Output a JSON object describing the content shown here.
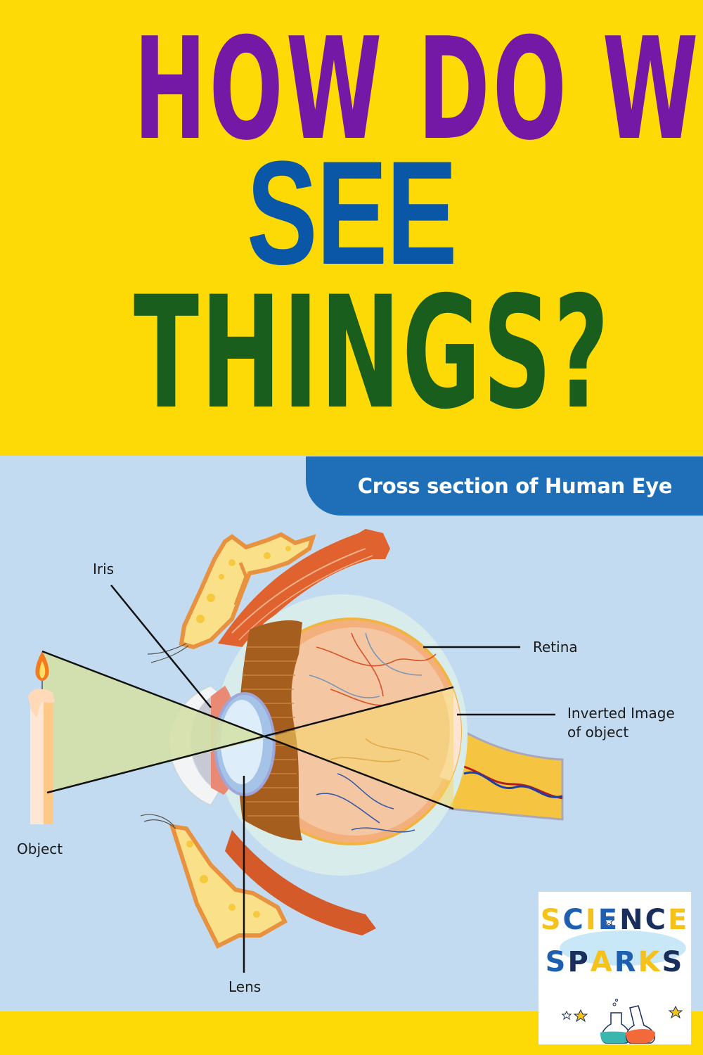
{
  "title": {
    "line1": "HOW DO WE",
    "line2": "SEE",
    "line3": "THINGS?",
    "colors": {
      "background": "#FDDA05",
      "line1": "#7418A6",
      "line2": "#0A57A8",
      "line3": "#1A5E1E"
    }
  },
  "diagram": {
    "caption": "Cross section of Human Eye",
    "background": "#C3DBF0",
    "caption_bg": "#1E6FB8",
    "labels": {
      "iris": "Iris",
      "retina": "Retina",
      "inverted_image_line1": "Inverted Image",
      "inverted_image_line2": "of object",
      "object": "Object",
      "lens": "Lens"
    },
    "icons": [
      "candle-icon",
      "eye-cross-section-illustration",
      "light-ray-cone",
      "optic-nerve"
    ]
  },
  "logo": {
    "word1": [
      "S",
      "C",
      "I",
      "E",
      "N",
      "C",
      "E"
    ],
    "word2": [
      "S",
      "P",
      "A",
      "R",
      "K",
      "S"
    ],
    "word1_colors": [
      "#F4C21A",
      "#1E5FB0",
      "#F4C21A",
      "#1E5FB0",
      "#1A2E5C",
      "#1A2E5C",
      "#F4C21A"
    ],
    "word2_colors": [
      "#1E5FB0",
      "#1A2E5C",
      "#F4C21A",
      "#1E5FB0",
      "#F4C21A",
      "#1A2E5C"
    ],
    "icons": [
      "star-icon",
      "flask-teal-icon",
      "flask-orange-icon"
    ]
  }
}
